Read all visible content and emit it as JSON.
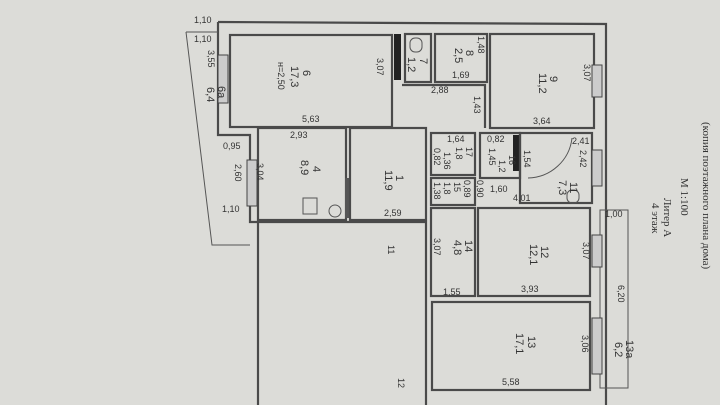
{
  "header": {
    "subtitle": "(копия поэтажного плана дома)",
    "scale": "М 1:100",
    "liter": "Литер А",
    "floor": "4 этаж"
  },
  "rooms": [
    {
      "id": "6",
      "area": "17,3",
      "height": "н=2,50"
    },
    {
      "id": "7",
      "area": "1,2"
    },
    {
      "id": "8",
      "area": "2,5"
    },
    {
      "id": "9",
      "area": "11,2"
    },
    {
      "id": "4",
      "area": "8,9"
    },
    {
      "id": "1",
      "area": "11,9"
    },
    {
      "id": "17",
      "area": "1,8"
    },
    {
      "id": "16",
      "area": "1,2"
    },
    {
      "id": "11",
      "area": "7,3"
    },
    {
      "id": "15",
      "area": "1,8"
    },
    {
      "id": "14",
      "area": "4,8"
    },
    {
      "id": "12",
      "area": "12,1"
    },
    {
      "id": "13",
      "area": "17,1"
    },
    {
      "id": "6а",
      "area": "6,4"
    },
    {
      "id": "13а",
      "area": "6,2"
    }
  ],
  "dims": [
    "1,10",
    "1,10",
    "3,55",
    "3,07",
    "5,63",
    "2,93",
    "0,95",
    "2,60",
    "3,04",
    "1,10",
    "2,59",
    "2,88",
    "1,69",
    "1,48",
    "1,43",
    "3,07",
    "3,64",
    "1,64",
    "0,82",
    "1,36",
    "0,82",
    "1,45",
    "1,54",
    "2,41",
    "2,42",
    "1,38",
    "0,89",
    "0,90",
    "1,60",
    "4,01",
    "1,00",
    "3,07",
    "3,07",
    "1,55",
    "3,93",
    "6,20",
    "3,06",
    "5,58"
  ],
  "misc": {
    "label11": "11",
    "label12": "12"
  }
}
